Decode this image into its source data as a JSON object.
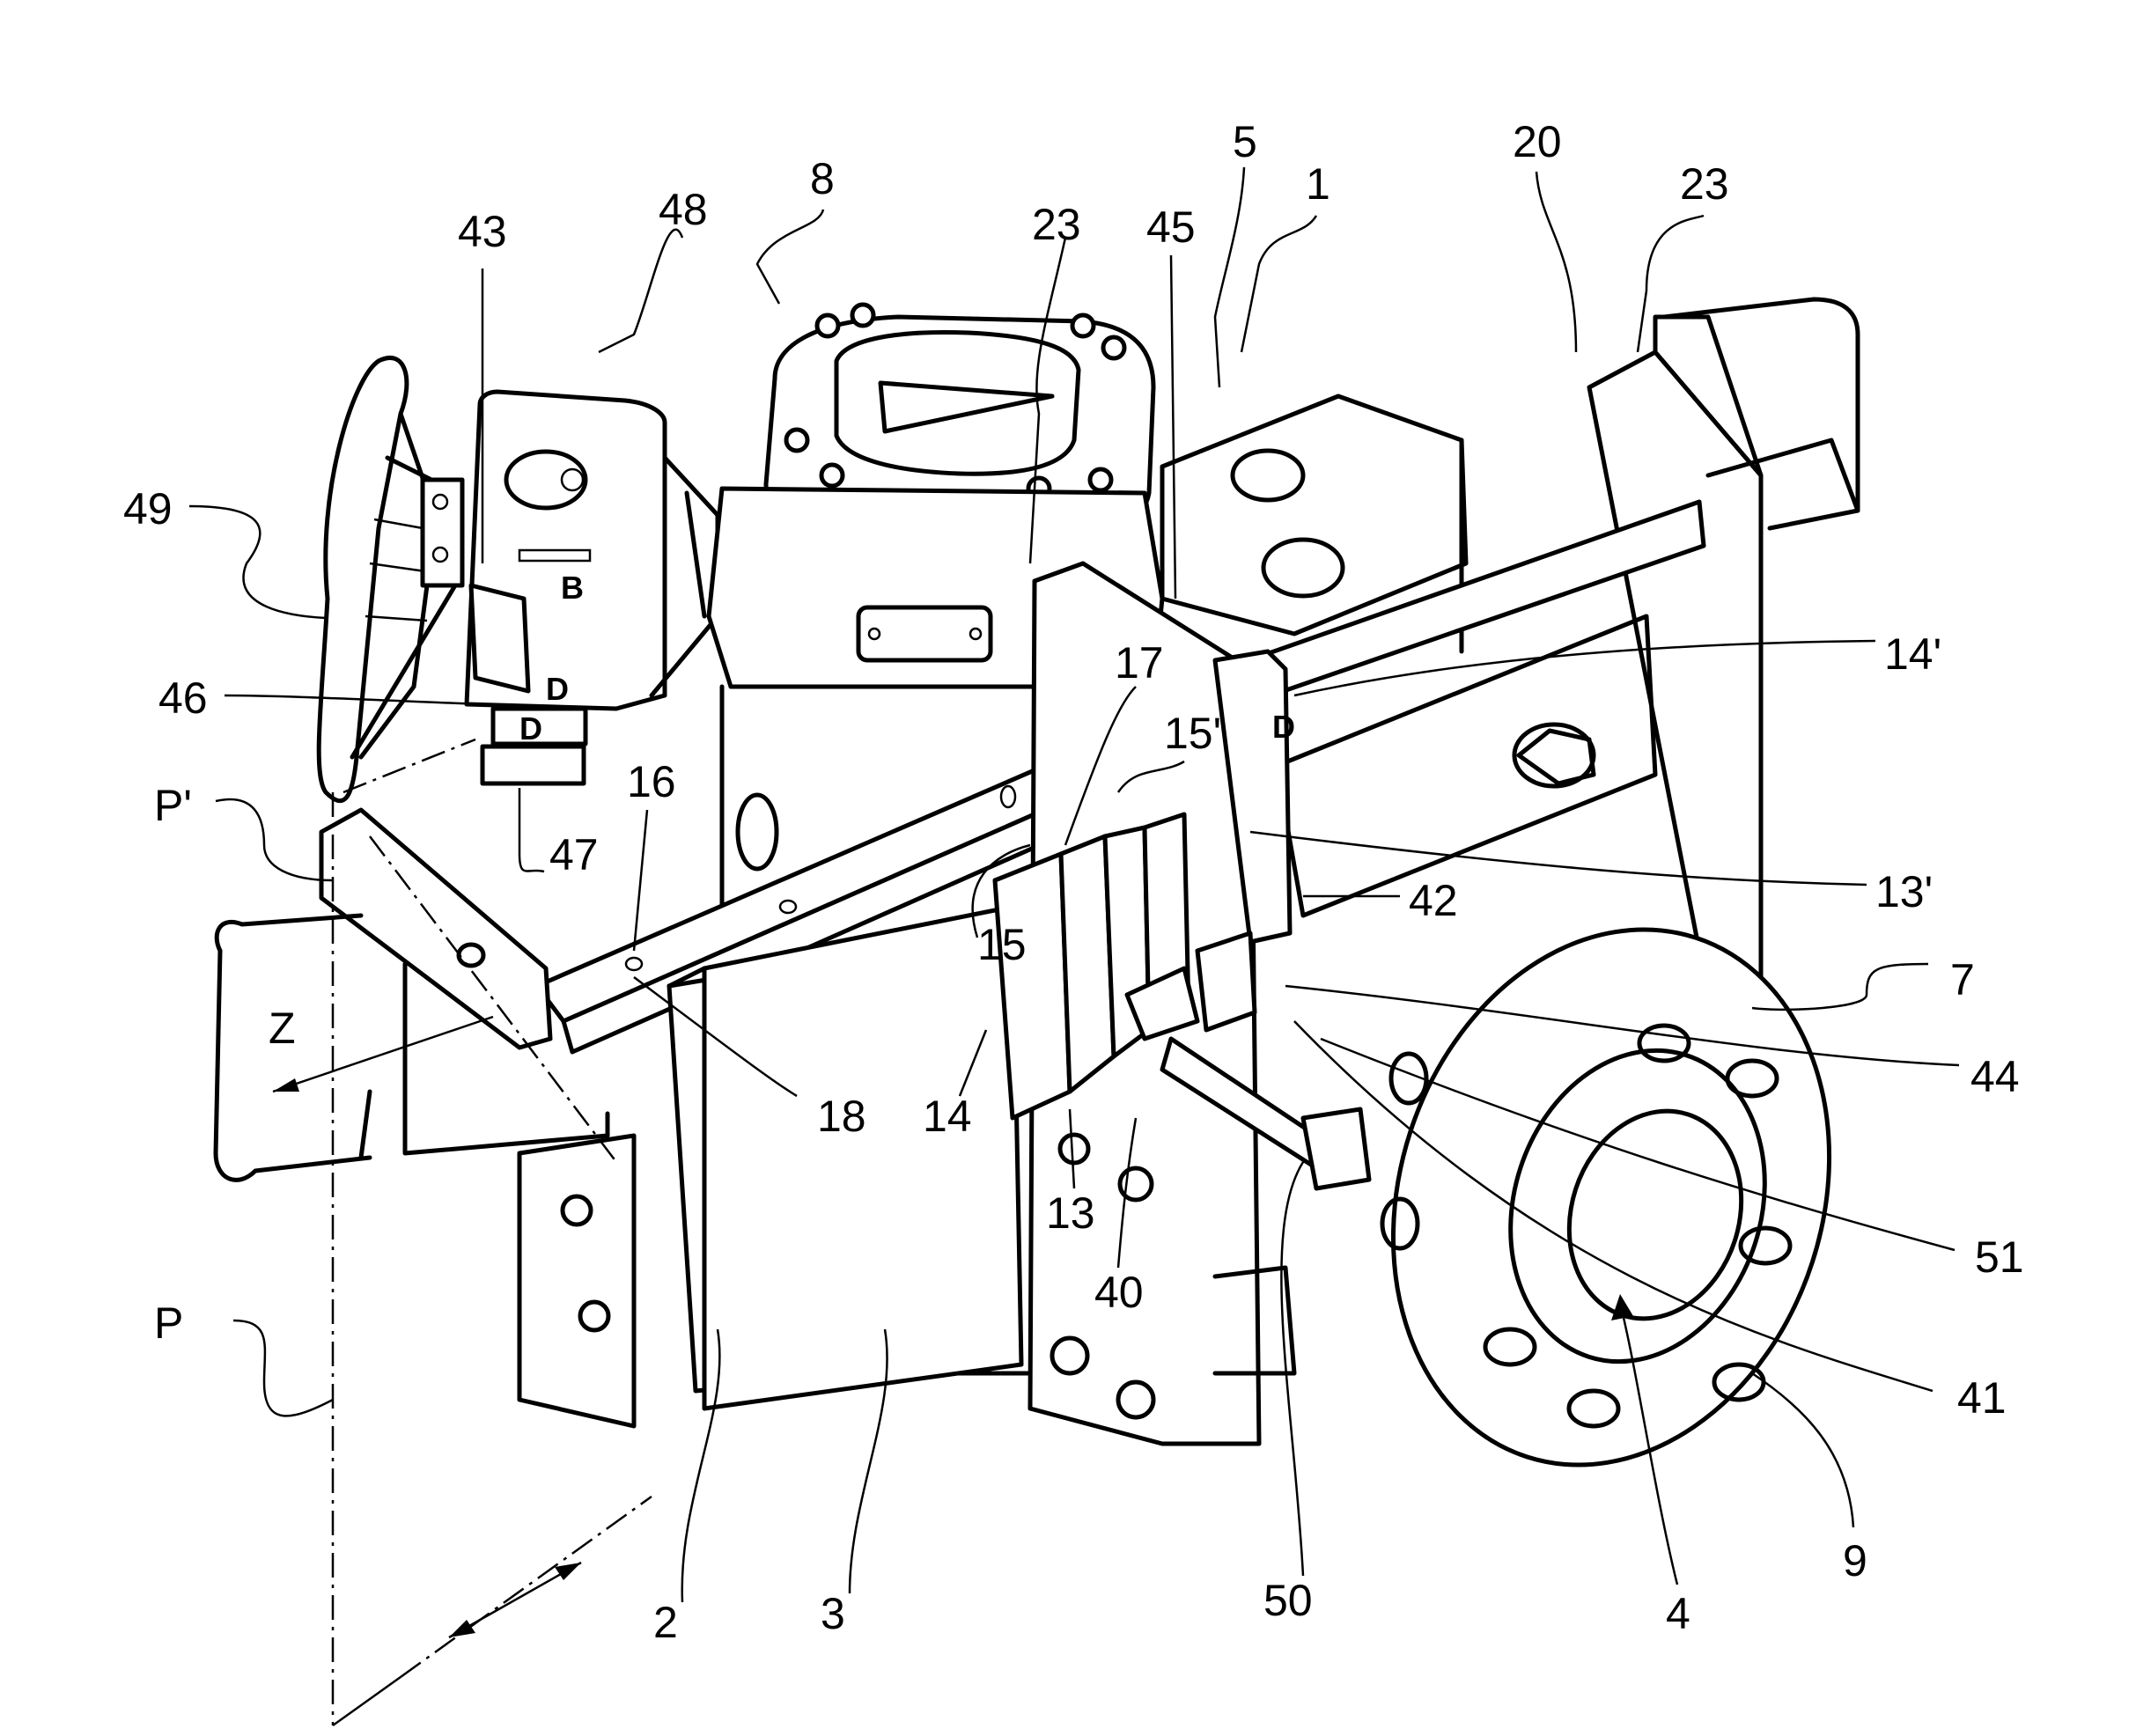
{
  "figure": {
    "kind": "patent-drawing",
    "description": "Perspective view of valve assembly with actuator, handwheel, guide rail and flange",
    "background": "#ffffff",
    "line_color": "#000000"
  },
  "reference_labels": [
    {
      "id": "ref-49",
      "text": "49"
    },
    {
      "id": "ref-43",
      "text": "43"
    },
    {
      "id": "ref-48",
      "text": "48"
    },
    {
      "id": "ref-8",
      "text": "8"
    },
    {
      "id": "ref-23a",
      "text": "23"
    },
    {
      "id": "ref-45",
      "text": "45"
    },
    {
      "id": "ref-5",
      "text": "5"
    },
    {
      "id": "ref-1",
      "text": "1"
    },
    {
      "id": "ref-20",
      "text": "20"
    },
    {
      "id": "ref-23b",
      "text": "23"
    },
    {
      "id": "ref-46",
      "text": "46"
    },
    {
      "id": "ref-Pprime",
      "text": "P'"
    },
    {
      "id": "ref-16",
      "text": "16"
    },
    {
      "id": "ref-47",
      "text": "47"
    },
    {
      "id": "ref-17",
      "text": "17"
    },
    {
      "id": "ref-15prime",
      "text": "15'"
    },
    {
      "id": "ref-14prime",
      "text": "14'"
    },
    {
      "id": "ref-13prime",
      "text": "13'"
    },
    {
      "id": "ref-42",
      "text": "42"
    },
    {
      "id": "ref-15",
      "text": "15"
    },
    {
      "id": "ref-7",
      "text": "7"
    },
    {
      "id": "ref-44",
      "text": "44"
    },
    {
      "id": "ref-Z",
      "text": "Z"
    },
    {
      "id": "ref-18",
      "text": "18"
    },
    {
      "id": "ref-14",
      "text": "14"
    },
    {
      "id": "ref-13",
      "text": "13"
    },
    {
      "id": "ref-40",
      "text": "40"
    },
    {
      "id": "ref-51",
      "text": "51"
    },
    {
      "id": "ref-41",
      "text": "41"
    },
    {
      "id": "ref-P",
      "text": "P"
    },
    {
      "id": "ref-9",
      "text": "9"
    },
    {
      "id": "ref-2",
      "text": "2"
    },
    {
      "id": "ref-3",
      "text": "3"
    },
    {
      "id": "ref-50",
      "text": "50"
    },
    {
      "id": "ref-4",
      "text": "4"
    }
  ],
  "part_markings": {
    "actuator_upper_letter": "B",
    "actuator_lower_letter": "D",
    "lock_letter": "D",
    "cover_letter": "D"
  }
}
